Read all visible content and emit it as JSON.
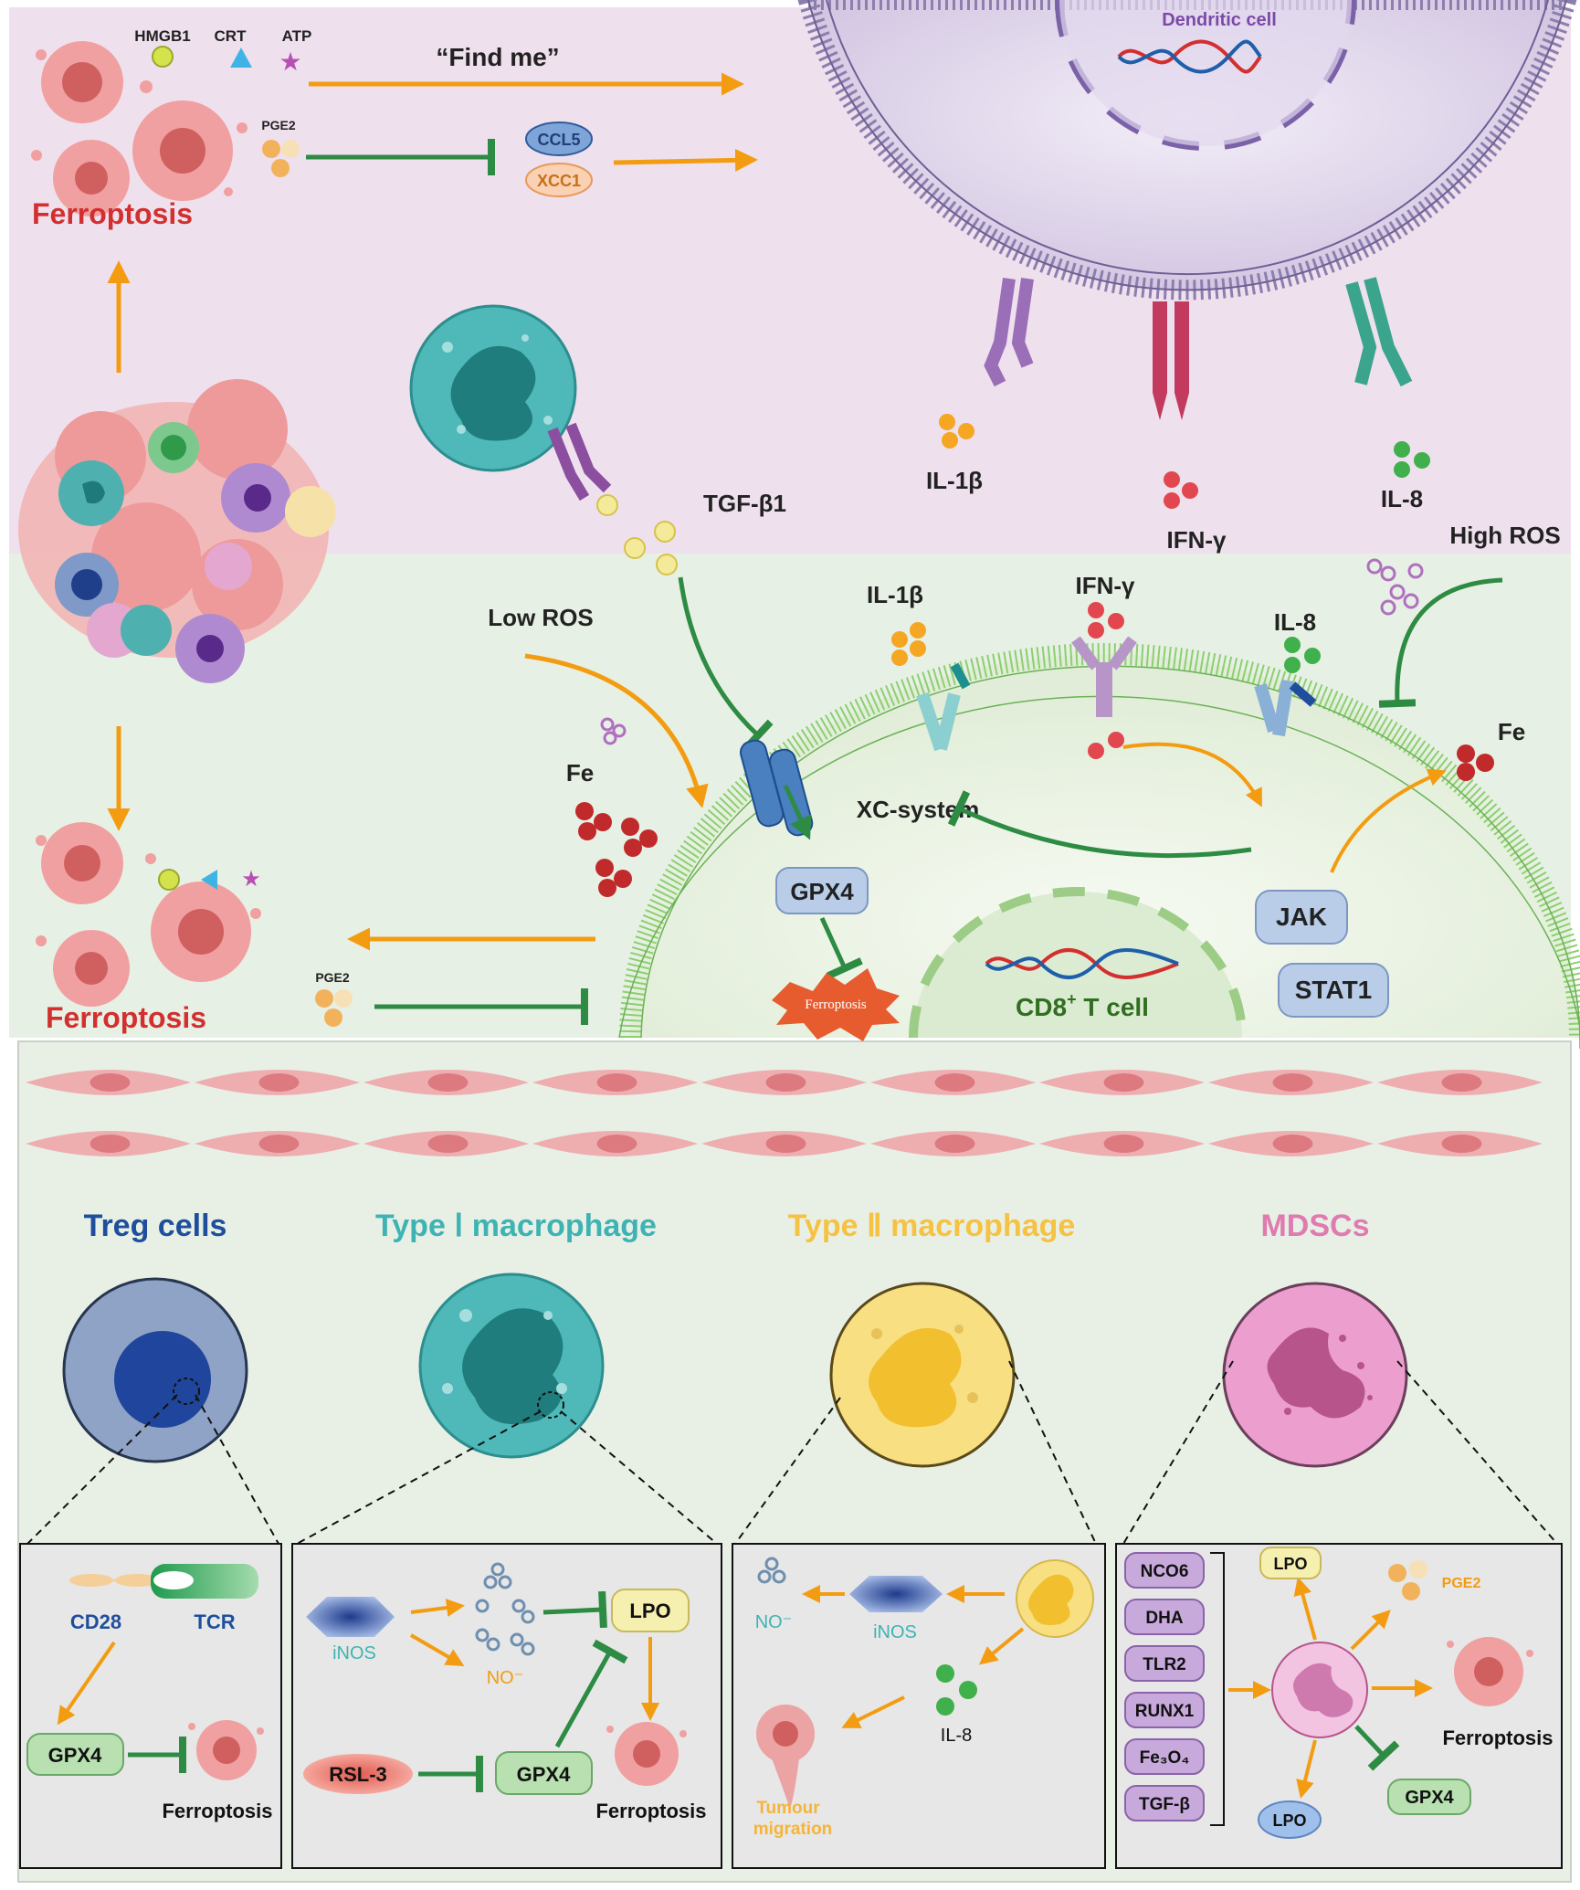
{
  "top": {
    "ferroptosis_top": "Ferroptosis",
    "ferroptosis_bottom": "Ferroptosis",
    "hmgb1": "HMGB1",
    "crt": "CRT",
    "atp": "ATP",
    "find_me": "“Find me”",
    "pge2_top": "PGE2",
    "pge2_bottom": "PGE2",
    "ccl5": "CCL5",
    "xcc1": "XCC1",
    "dendritic_cell": "Dendritic cell",
    "tgf_b1": "TGF-β1",
    "il1b_dc": "IL-1β",
    "ifng_dc": "IFN-γ",
    "il8_dc": "IL-8",
    "high_ros": "High ROS",
    "low_ros": "Low ROS",
    "il1b_t": "IL-1β",
    "ifng_t": "IFN-γ",
    "il8_t": "IL-8",
    "fe_left": "Fe",
    "fe_right": "Fe",
    "xc_system": "XC-system",
    "gpx4": "GPX4",
    "ferroptosis_burst": "Ferroptosis",
    "jak": "JAK",
    "stat1": "STAT1",
    "cd8_main": "CD8",
    "cd8_sup": "+",
    "cd8_rest": " T cell"
  },
  "cells": {
    "treg": "Treg cells",
    "type1": "Type Ⅰ macrophage",
    "type2": "Type Ⅱ macrophage",
    "mdsc": "MDSCs"
  },
  "panels": {
    "treg": {
      "cd28": "CD28",
      "tcr": "TCR",
      "gpx4": "GPX4",
      "ferroptosis": "Ferroptosis"
    },
    "type1": {
      "inos": "iNOS",
      "no": "NO⁻",
      "lpo": "LPO",
      "rsl3": "RSL-3",
      "gpx4": "GPX4",
      "ferroptosis": "Ferroptosis"
    },
    "type2": {
      "no": "NO⁻",
      "inos": "iNOS",
      "il8": "IL-8",
      "tumour1": "Tumour",
      "tumour2": "migration"
    },
    "mdsc": {
      "factors": [
        "NCO6",
        "DHA",
        "TLR2",
        "RUNX1",
        "Fe₃O₄",
        "TGF-β"
      ],
      "lpo_top": "LPO",
      "lpo_bottom": "LPO",
      "pge2": "PGE2",
      "ferroptosis": "Ferroptosis",
      "gpx4": "GPX4"
    }
  },
  "colors": {
    "top_bg": "#efe0ee",
    "mid_bg": "#e7f0e4",
    "bottom_bg": "#e8f0e6",
    "orange_arrow": "#f39c12",
    "green_inhibit": "#2e8b43",
    "ferroptosis_red": "#d32f2f",
    "treg_blue": "#1f4e9c",
    "type1_teal": "#3fb3b3",
    "type2_yellow": "#f5c243",
    "mdsc_pink": "#e07bb0"
  }
}
